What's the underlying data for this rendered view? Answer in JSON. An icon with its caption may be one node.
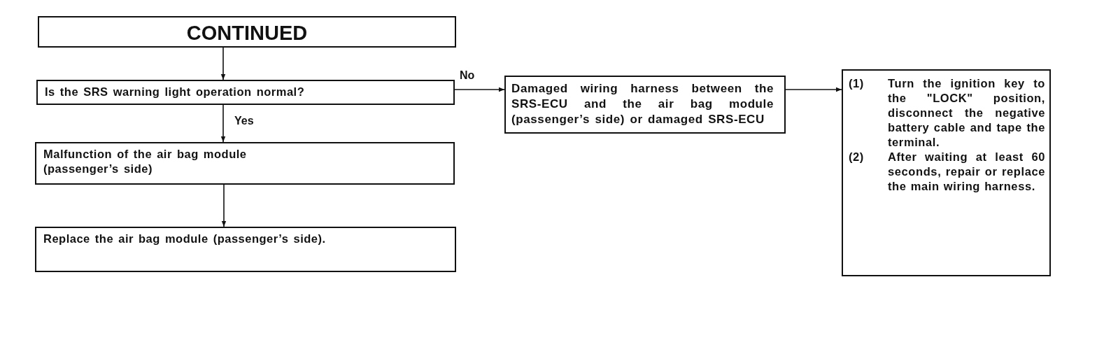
{
  "diagram": {
    "nodes": [
      {
        "text": [
          "CONTINUED"
        ]
      },
      {
        "text": [
          "Is the SRS warning light operation normal?"
        ]
      },
      {
        "text": [
          "Malfunction of the air bag module (passenger’s side)"
        ]
      },
      {
        "text": [
          "Replace the air bag module (passenger’s side)."
        ]
      },
      {
        "text": [
          "Damaged wiring harness between the SRS-ECU and the air bag module (passenger’s side) or damaged SRS-ECU"
        ]
      },
      {
        "text": [
          "(1)",
          "Turn the ignition key to the \"LOCK\" position, disconnect the negative battery cable and tape the terminal.",
          "(2)",
          "After waiting at least 60 seconds, repair or replace the main wiring harness."
        ]
      }
    ],
    "edges": [
      {
        "from": 0,
        "to": 1,
        "arrow": "to"
      },
      {
        "from": 1,
        "to": 2,
        "arrow": "to",
        "label": "Yes"
      },
      {
        "from": 2,
        "to": 3,
        "arrow": "to"
      },
      {
        "from": 1,
        "to": 4,
        "arrow": "to",
        "label": "No"
      },
      {
        "from": 4,
        "to": 5,
        "arrow": "to"
      }
    ]
  }
}
